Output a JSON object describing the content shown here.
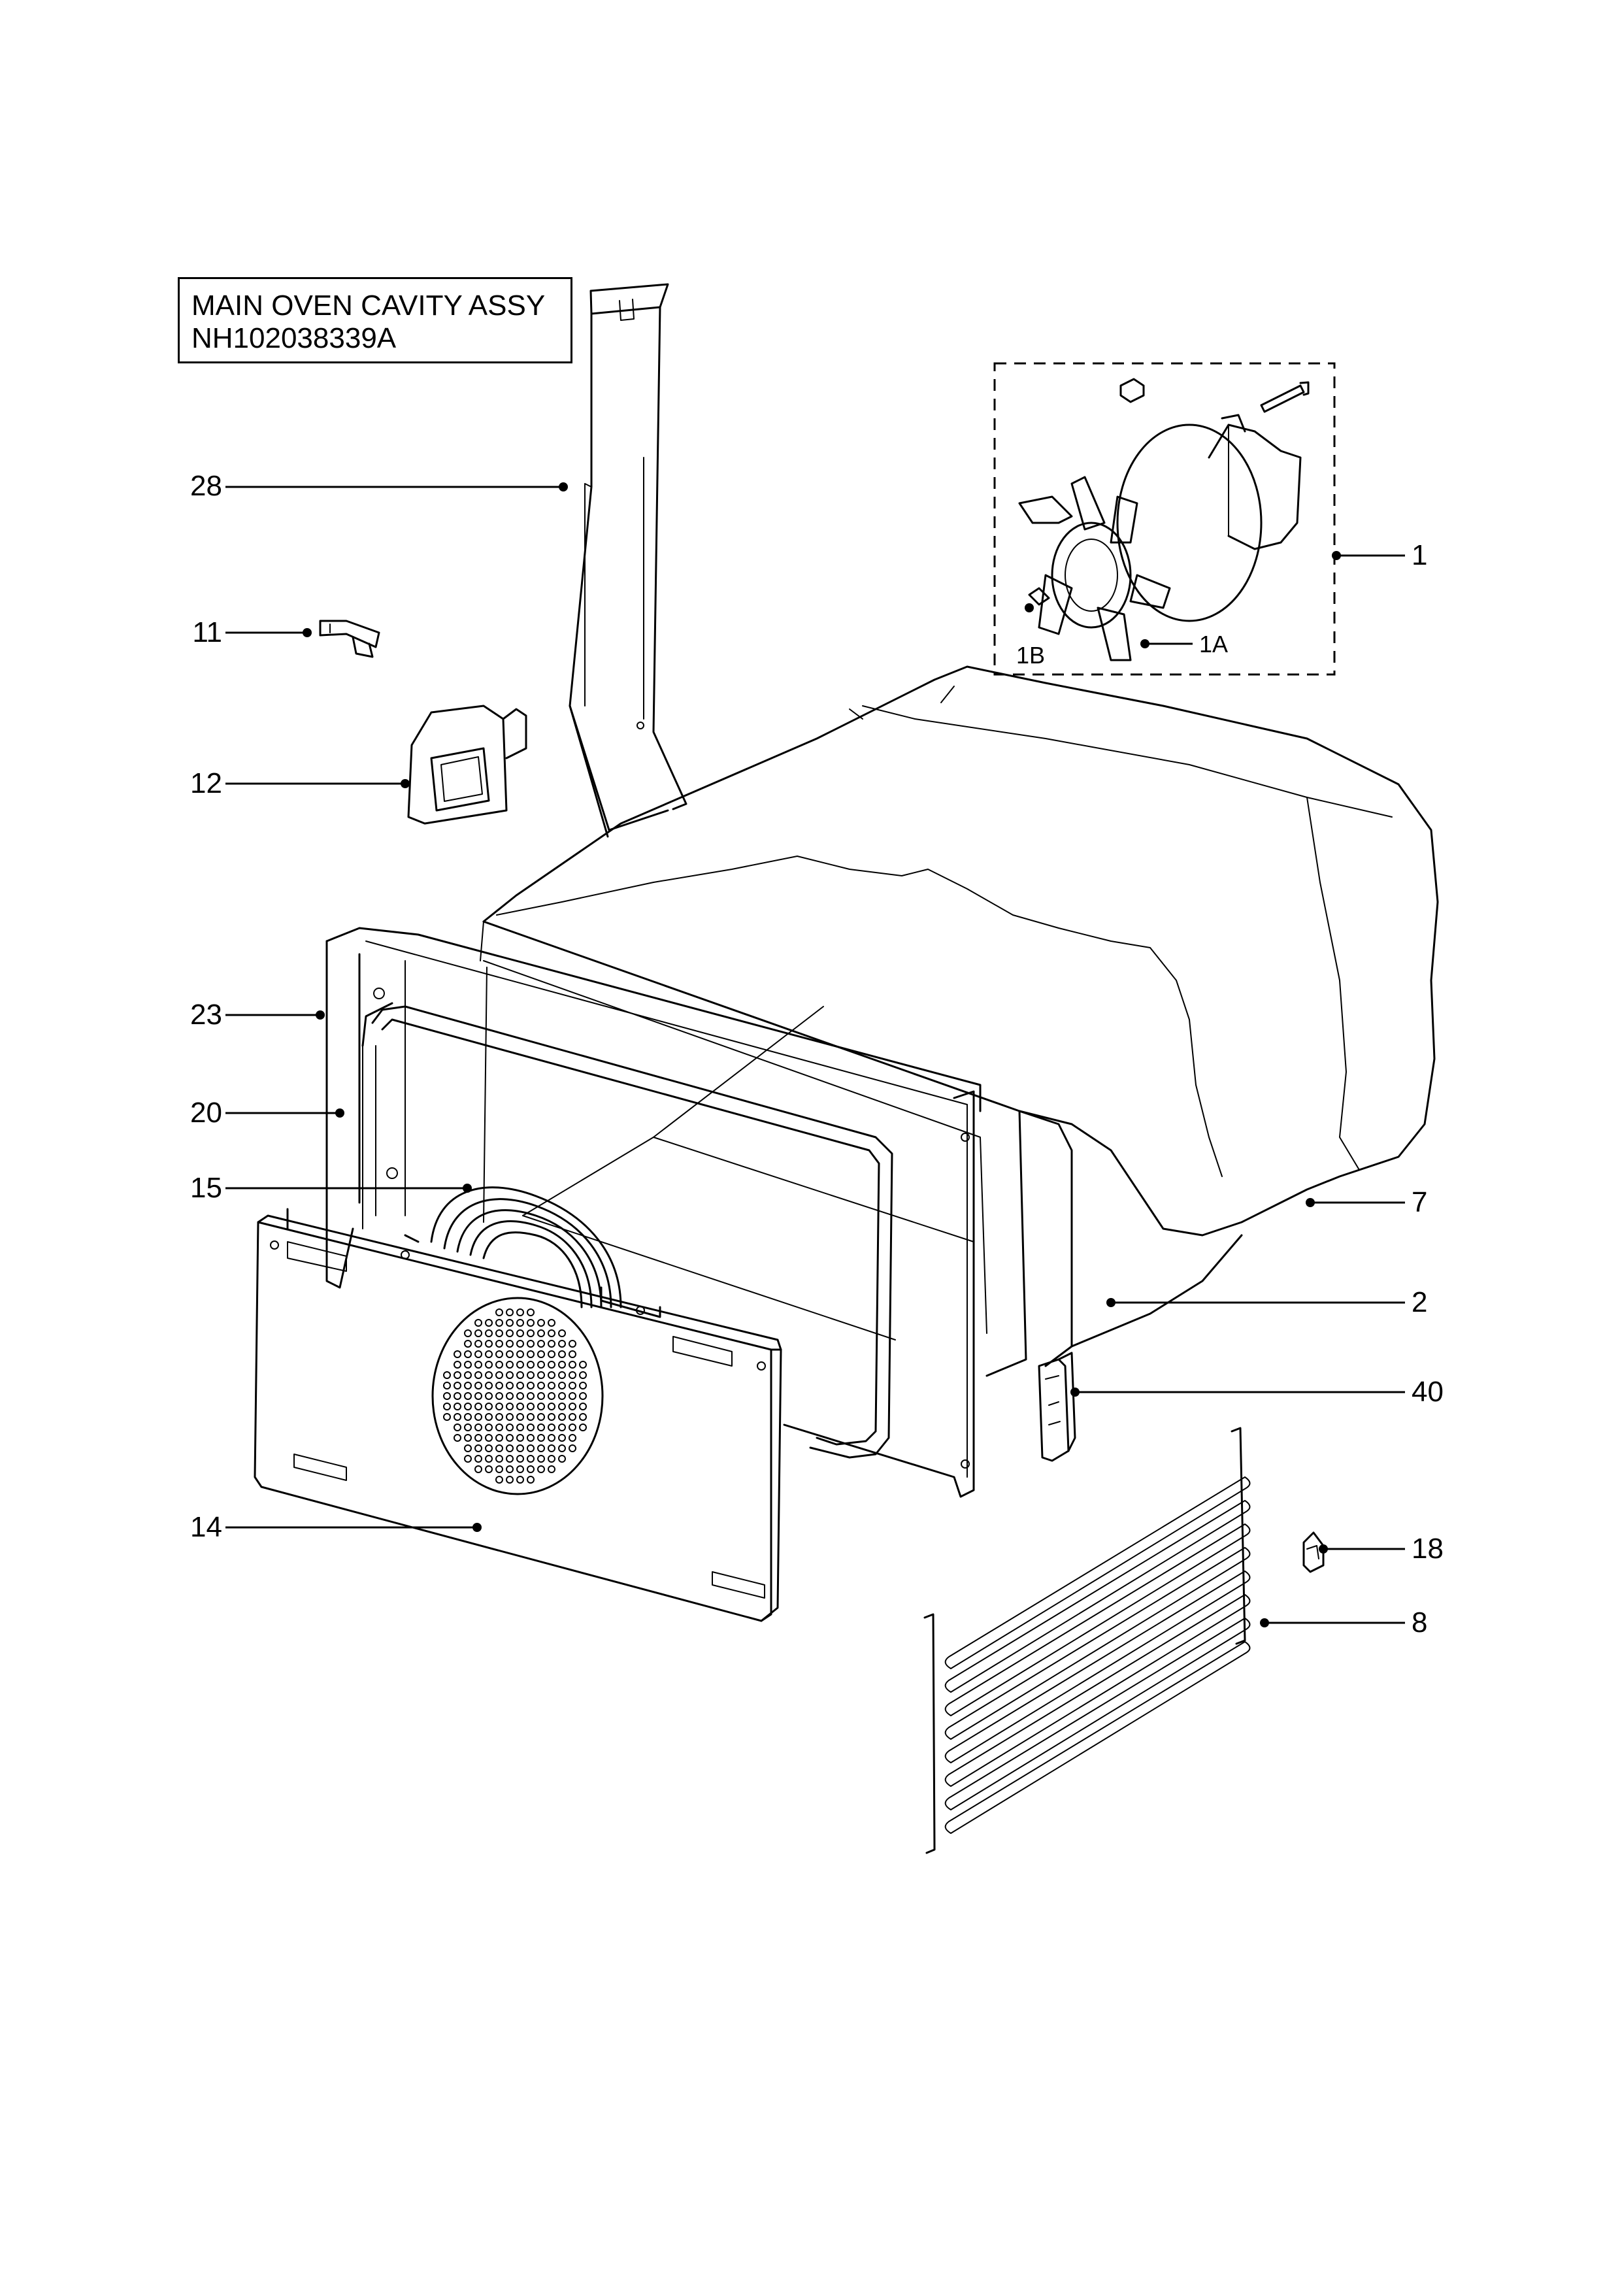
{
  "title": {
    "line1": "MAIN OVEN CAVITY ASSY",
    "line2": "NH102038339A"
  },
  "callouts": {
    "c28": "28",
    "c11": "11",
    "c12": "12",
    "c23": "23",
    "c20": "20",
    "c15": "15",
    "c14": "14",
    "c1": "1",
    "c1a": "1A",
    "c1b": "1B",
    "c7": "7",
    "c2": "2",
    "c40": "40",
    "c18": "18",
    "c8": "8"
  }
}
